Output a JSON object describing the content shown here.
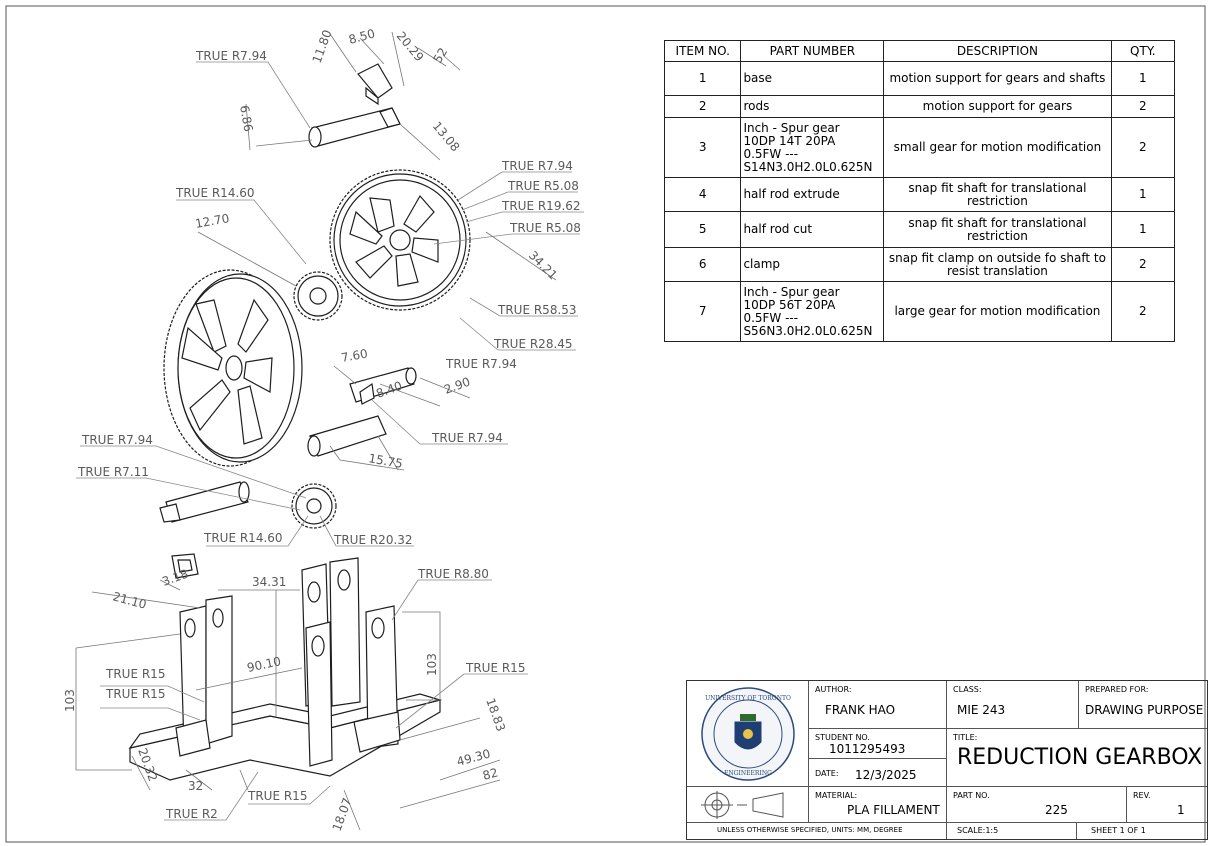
{
  "bom": {
    "headers": [
      "ITEM NO.",
      "PART NUMBER",
      "DESCRIPTION",
      "QTY."
    ],
    "rows": [
      {
        "item": "1",
        "part": "base",
        "desc": "motion support for gears and shafts",
        "qty": "1"
      },
      {
        "item": "2",
        "part": "rods",
        "desc": "motion support for gears",
        "qty": "2"
      },
      {
        "item": "3",
        "part": "Inch - Spur gear\n10DP 14T 20PA\n0.5FW ---\nS14N3.0H2.0L0.625N",
        "desc": "small gear for motion modification",
        "qty": "2"
      },
      {
        "item": "4",
        "part": "half rod extrude",
        "desc": "snap fit shaft for translational restriction",
        "qty": "1"
      },
      {
        "item": "5",
        "part": "half rod cut",
        "desc": "snap fit shaft for translational restriction",
        "qty": "1"
      },
      {
        "item": "6",
        "part": "clamp",
        "desc": "snap fit clamp on outside fo shaft to resist translation",
        "qty": "2"
      },
      {
        "item": "7",
        "part": "Inch - Spur gear\n10DP 56T 20PA\n0.5FW ---\nS56N3.0H2.0L0.625N",
        "desc": "large gear for motion modification",
        "qty": "2"
      }
    ]
  },
  "title_block": {
    "author_caption": "AUTHOR:",
    "author": "FRANK HAO",
    "class_caption": "CLASS:",
    "class": "MIE 243",
    "prepared_caption": "PREPARED FOR:",
    "prepared": "DRAWING PURPOSE",
    "student_caption": "STUDENT NO.",
    "student_no": "1011295493",
    "title_caption": "TITLE:",
    "title": "REDUCTION GEARBOX",
    "date_caption": "DATE:",
    "date": "12/3/2025",
    "material_caption": "MATERIAL:",
    "material": "PLA FILLAMENT",
    "partno_caption": "PART NO.",
    "part_no": "225",
    "rev_caption": "REV.",
    "rev": "1",
    "units_note": "UNLESS OTHERWISE SPECIFIED, UNITS: MM, DEGREE",
    "scale": "SCALE:1:5",
    "sheet": "SHEET 1 OF 1",
    "logo_text_top": "UNIVERSITY OF TORONTO",
    "logo_text_bottom": "ENGINEERING"
  },
  "labels": {
    "l1": "TRUE R7.94",
    "l2": "TRUE R14.60",
    "l3": "TRUE R7.94",
    "l4": "TRUE R5.08",
    "l5": "TRUE R19.62",
    "l6": "TRUE R5.08",
    "l7": "TRUE R58.53",
    "l8": "TRUE R28.45",
    "l9": "TRUE R7.94",
    "l10": "TRUE R7.94",
    "l11": "TRUE R7.94",
    "l12": "TRUE R7.11",
    "l13": "TRUE R14.60",
    "l14": "TRUE R20.32",
    "l15": "TRUE R8.80",
    "l16": "TRUE R15",
    "l17": "TRUE R15",
    "l18": "TRUE R15",
    "l19": "TRUE R15",
    "l20": "TRUE R2"
  },
  "dims": {
    "d1": "11.80",
    "d2": "8.50",
    "d3": "20.29",
    "d4": "52",
    "d5": "6.86",
    "d6": "13.08",
    "d7": "12.70",
    "d8": "34.21",
    "d9": "7.60",
    "d10": "2.90",
    "d11": "8.40",
    "d12": "15.75",
    "d13": "3.18",
    "d14": "34.31",
    "d15": "21.10",
    "d16": "103",
    "d17": "90.10",
    "d18": "103",
    "d19": "18.83",
    "d20": "49.30",
    "d21": "82",
    "d22": "20.32",
    "d23": "32",
    "d24": "18.07"
  }
}
